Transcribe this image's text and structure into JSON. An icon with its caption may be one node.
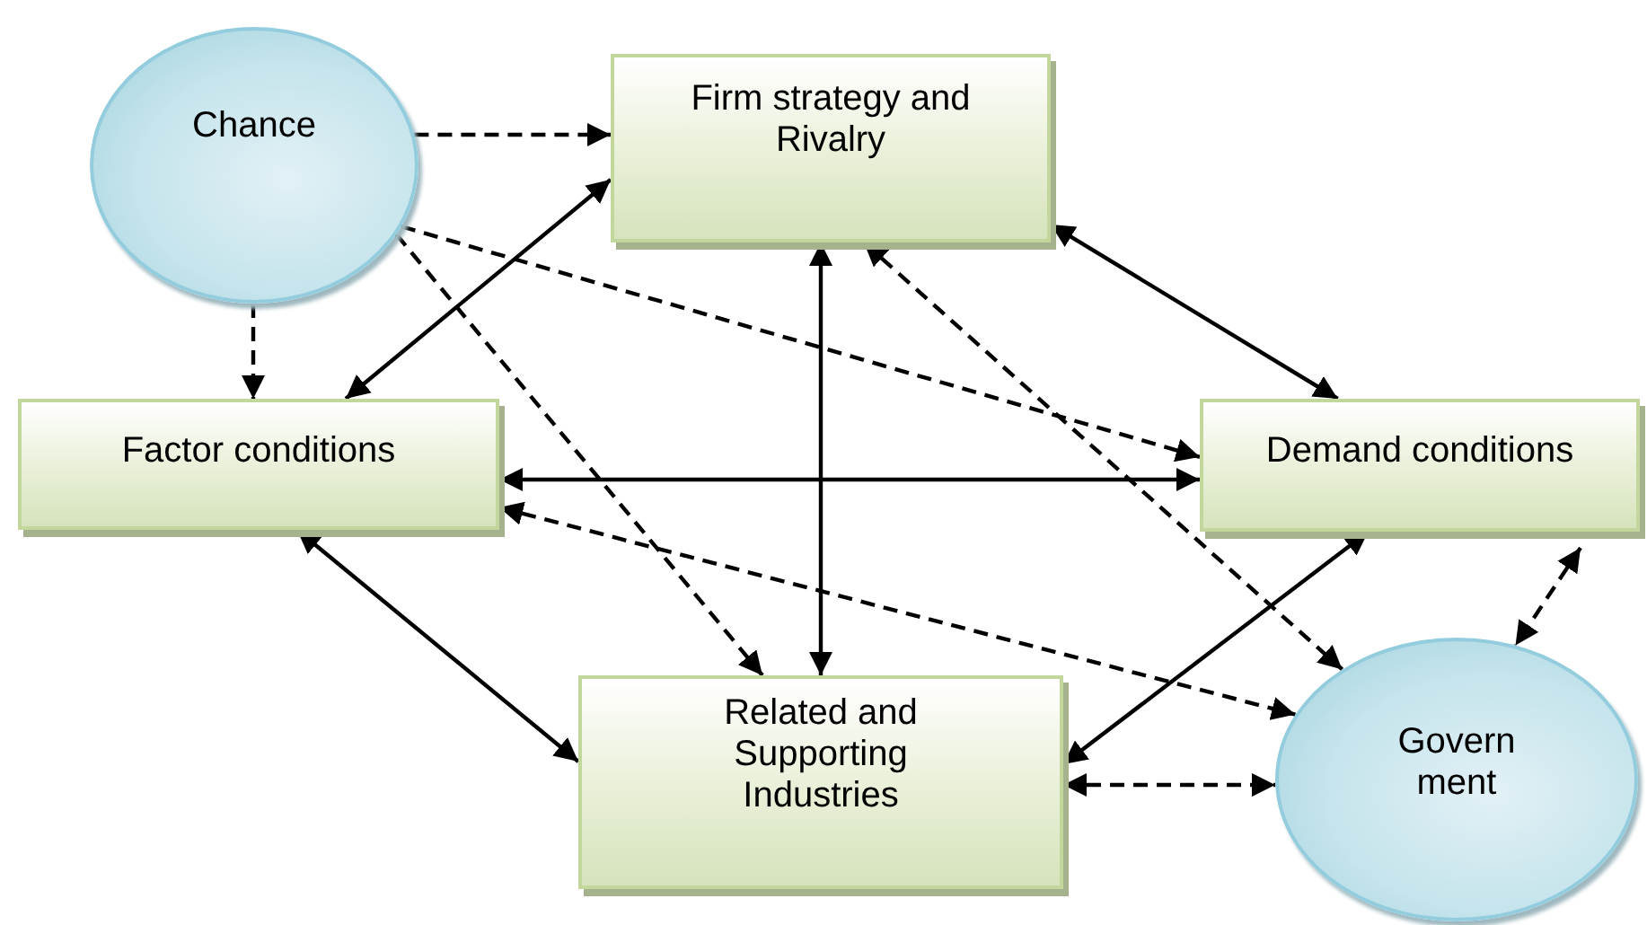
{
  "diagram": {
    "nodes": [
      {
        "text": [
          "Chance"
        ]
      },
      {
        "text": [
          "Firm strategy and Rivalry"
        ]
      },
      {
        "text": [
          "Factor conditions"
        ]
      },
      {
        "text": [
          "Demand conditions"
        ]
      },
      {
        "text": [
          "Related and Supporting Industries"
        ]
      },
      {
        "text": [
          "Government"
        ]
      }
    ],
    "edges": [
      {
        "from": 0,
        "to": 1,
        "arrow": "to",
        "style": "dashed"
      },
      {
        "from": 0,
        "to": 2,
        "arrow": "to",
        "style": "dashed"
      },
      {
        "from": 0,
        "to": 3,
        "arrow": "to",
        "style": "dashed"
      },
      {
        "from": 0,
        "to": 4,
        "arrow": "to",
        "style": "dashed"
      },
      {
        "from": 1,
        "to": 2,
        "arrow": "both"
      },
      {
        "from": 1,
        "to": 3,
        "arrow": "both"
      },
      {
        "from": 1,
        "to": 4,
        "arrow": "both"
      },
      {
        "from": 2,
        "to": 3,
        "arrow": "both"
      },
      {
        "from": 2,
        "to": 4,
        "arrow": "both"
      },
      {
        "from": 4,
        "to": 3,
        "arrow": "both"
      },
      {
        "from": 4,
        "to": 5,
        "arrow": "both",
        "style": "dashed"
      },
      {
        "from": 3,
        "to": 5,
        "arrow": "both",
        "style": "dashed"
      },
      {
        "from": 1,
        "to": 5,
        "arrow": "both",
        "style": "dashed"
      },
      {
        "from": 2,
        "to": 5,
        "arrow": "both",
        "style": "dashed"
      }
    ]
  }
}
